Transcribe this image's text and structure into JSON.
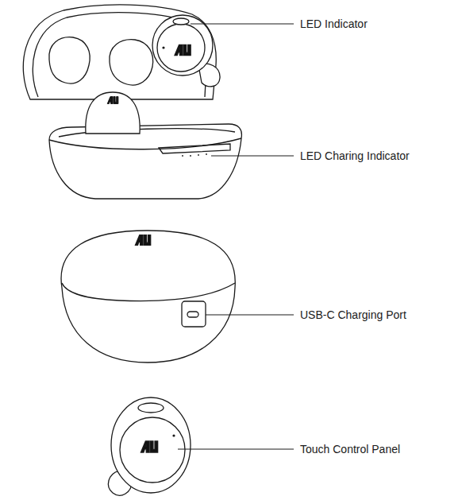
{
  "diagram": {
    "labels": [
      "LED Indicator",
      "LED Charing Indicator",
      "USB-C Charging Port",
      "Touch Control Panel"
    ]
  }
}
